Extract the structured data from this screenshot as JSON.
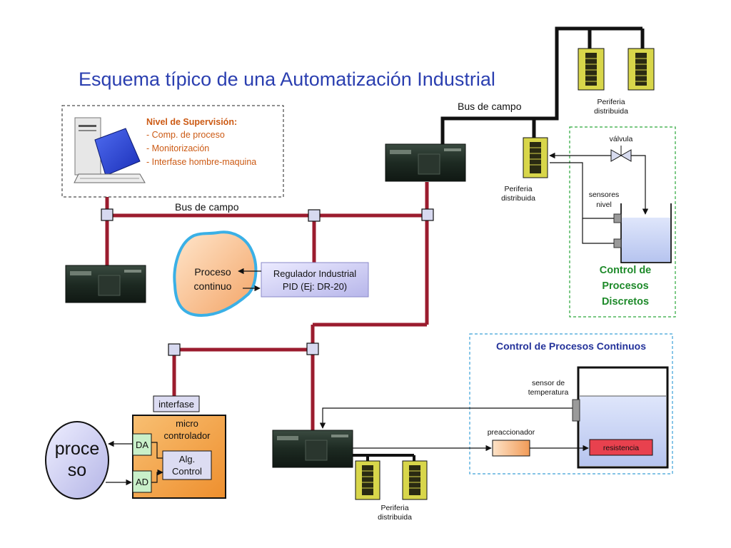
{
  "title": "Esquema típico de una Automatización Industrial",
  "supervision": {
    "heading": "Nivel de Supervisión:",
    "items": [
      "- Comp. de proceso",
      "- Monitorización",
      "- Interfase hombre-maquina"
    ]
  },
  "bus_labels": {
    "lower": "Bus de campo",
    "upper": "Bus de campo"
  },
  "periferia": {
    "line1": "Periferia",
    "line2": "distribuida"
  },
  "process_continuo": {
    "line1": "Proceso",
    "line2": "continuo"
  },
  "regulador": {
    "line1": "Regulador Industrial",
    "line2": "PID (Ej: DR-20)"
  },
  "discrete": {
    "valve_label": "válvula",
    "sensors_line1": "sensores",
    "sensors_line2": "nivel",
    "title_lines": [
      "Control de",
      "Procesos",
      "Discretos"
    ]
  },
  "continuous": {
    "title": "Control de Procesos Continuos",
    "sensor_line1": "sensor de",
    "sensor_line2": "temperatura",
    "actuator": "preaccionador",
    "heater": "resistencia"
  },
  "micro": {
    "interface": "interfase",
    "title_line1": "micro",
    "title_line2": "controlador",
    "da": "DA",
    "ad": "AD",
    "alg_line1": "Alg.",
    "alg_line2": "Control"
  },
  "proceso": {
    "line1": "proce",
    "line2": "so"
  },
  "colors": {
    "bus_red": "#9b1c2e",
    "title_blue": "#2b3fb0",
    "orange_text": "#cc5a14",
    "green": "#1e8a2a",
    "blue_dashed": "#3aa0d8",
    "plc_dark": "#1d2a22",
    "periferia_yellow": "#d8d64a",
    "tank_fill": "#c9d4f4",
    "micro_orange": "#f2a24a",
    "heater_red": "#e8414e"
  }
}
